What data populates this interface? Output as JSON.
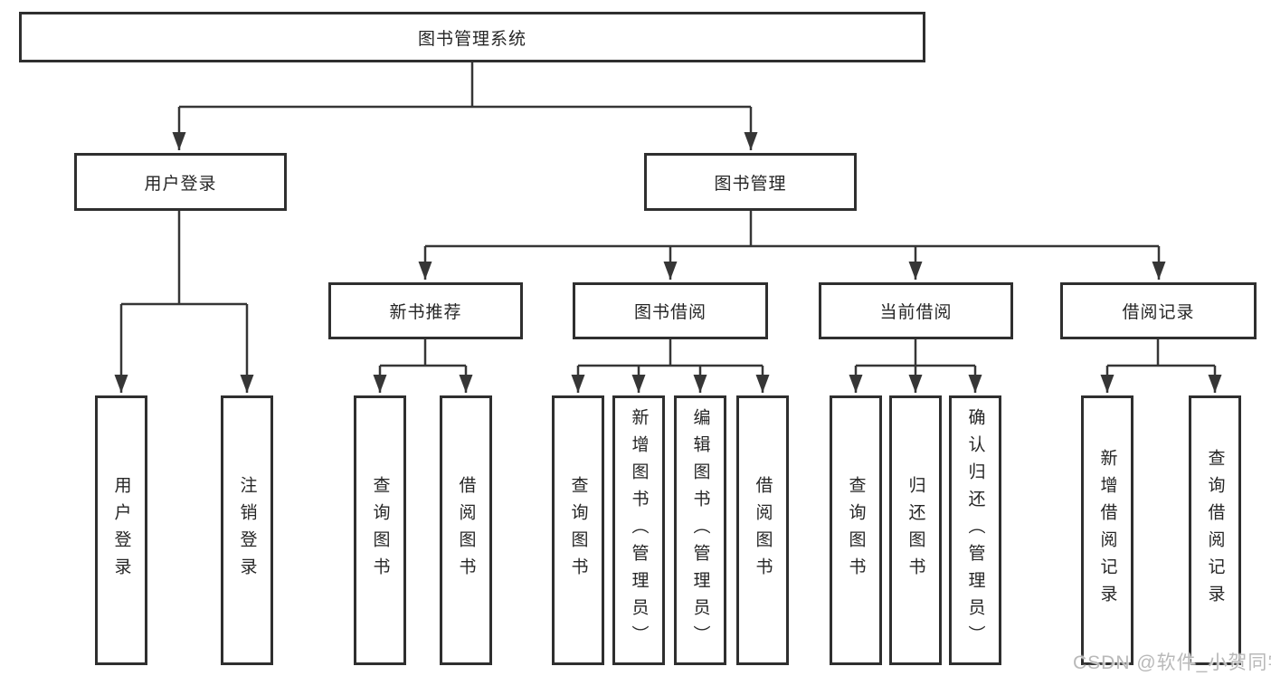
{
  "diagram": {
    "root": {
      "label": "图书管理系统"
    },
    "branches": [
      {
        "label": "用户登录",
        "leaves": [
          {
            "label": "用户登录"
          },
          {
            "label": "注销登录"
          }
        ]
      },
      {
        "label": "图书管理",
        "sections": [
          {
            "label": "新书推荐",
            "leaves": [
              {
                "label": "查询图书"
              },
              {
                "label": "借阅图书"
              }
            ]
          },
          {
            "label": "图书借阅",
            "leaves": [
              {
                "label": "查询图书"
              },
              {
                "label": "新增图书（管理员）"
              },
              {
                "label": "编辑图书（管理员）"
              },
              {
                "label": "借阅图书"
              }
            ]
          },
          {
            "label": "当前借阅",
            "leaves": [
              {
                "label": "查询图书"
              },
              {
                "label": "归还图书"
              },
              {
                "label": "确认归还（管理员）"
              }
            ]
          },
          {
            "label": "借阅记录",
            "leaves": [
              {
                "label": "新增借阅记录"
              },
              {
                "label": "查询借阅记录"
              }
            ]
          }
        ]
      }
    ]
  },
  "watermark": "CSDN @软件_小贺同学",
  "colors": {
    "line": "#363636",
    "box_border": "#2f2f2f",
    "text": "#262626",
    "watermark": "#b9b9b9",
    "background": "#ffffff"
  }
}
